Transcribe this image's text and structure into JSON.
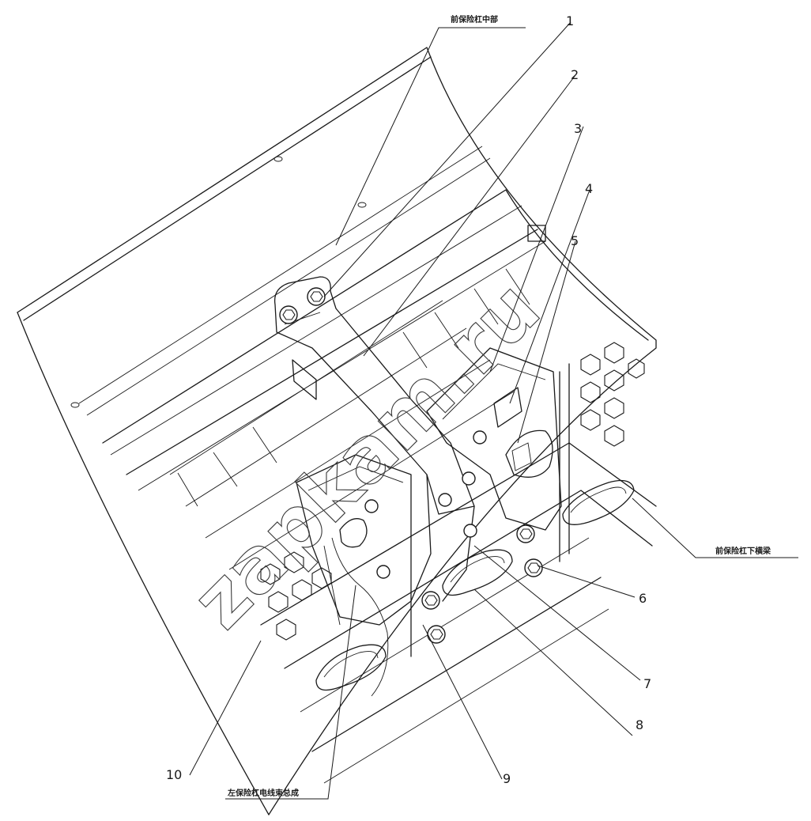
{
  "labels": {
    "top_center": "前保险杠中部",
    "right_lower": "前保险杠下横梁",
    "bottom_left": "左保险杠电线束总成"
  },
  "callouts": [
    "1",
    "2",
    "3",
    "4",
    "5",
    "6",
    "7",
    "8",
    "9",
    "10"
  ],
  "watermark": "zapkam.ru",
  "colors": {
    "line": "#1a1a1a",
    "background": "#ffffff"
  }
}
